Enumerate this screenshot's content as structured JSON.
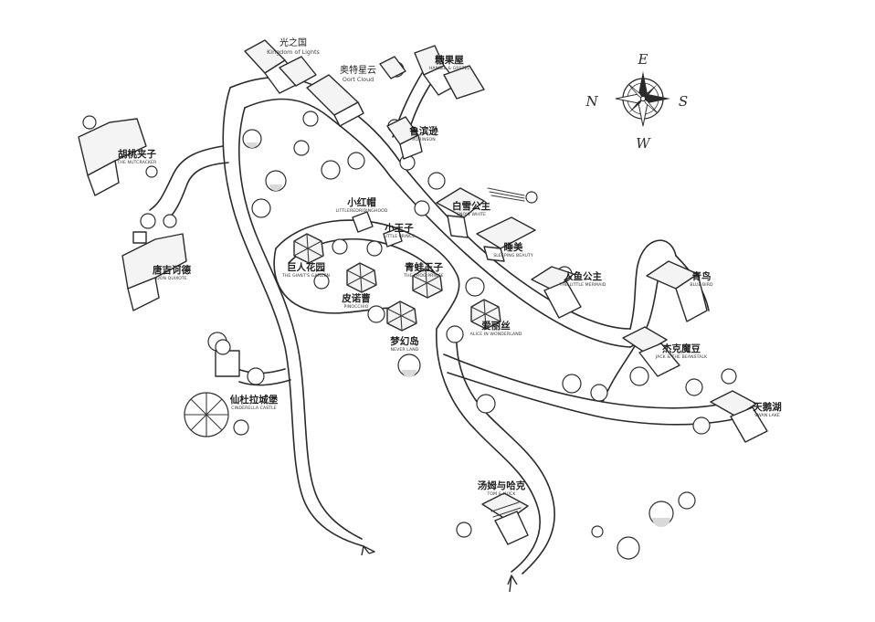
{
  "compass": {
    "north": "N",
    "south": "S",
    "east": "E",
    "west": "W"
  },
  "attractions": [
    {
      "id": "kingdom-of-lights",
      "zh": "光之国",
      "en": "Kingdom of Lights",
      "style": "top"
    },
    {
      "id": "oort-cloud",
      "zh": "奥特星云",
      "en": "Oort Cloud",
      "style": "top"
    },
    {
      "id": "hansel-gretel",
      "zh": "糖果屋",
      "en": "HANSEL & GRETEL",
      "style": "normal"
    },
    {
      "id": "robinson",
      "zh": "鲁滨逊",
      "en": "ROBINSON",
      "style": "normal"
    },
    {
      "id": "nutcracker",
      "zh": "胡桃夹子",
      "en": "THE NUTCRACKER",
      "style": "normal"
    },
    {
      "id": "little-red-riding-hood",
      "zh": "小红帽",
      "en": "LITTLEREDRIDINGHOOD",
      "style": "normal"
    },
    {
      "id": "snow-white",
      "zh": "白雪公主",
      "en": "SNOW WHITE",
      "style": "normal"
    },
    {
      "id": "little-prince",
      "zh": "小王子",
      "en": "LITTLE PRINCE",
      "style": "normal"
    },
    {
      "id": "sleeping-beauty",
      "zh": "睡美",
      "en": "SLEEPING BEAUTY",
      "style": "normal"
    },
    {
      "id": "giants-garden",
      "zh": "巨人花园",
      "en": "THE GIANT'S GARDEN",
      "style": "normal"
    },
    {
      "id": "frog-prince",
      "zh": "青蛙王子",
      "en": "THE FROG PRINCE",
      "style": "normal"
    },
    {
      "id": "don-quixote",
      "zh": "唐吉诃德",
      "en": "DON QUIXOTE",
      "style": "normal"
    },
    {
      "id": "little-mermaid",
      "zh": "人鱼公主",
      "en": "THE LITTLE MERMAID",
      "style": "normal"
    },
    {
      "id": "blue-bird",
      "zh": "青鸟",
      "en": "BLUE BIRD",
      "style": "normal"
    },
    {
      "id": "pinocchio",
      "zh": "皮诺曹",
      "en": "PINOCCHIO",
      "style": "normal"
    },
    {
      "id": "alice-in-wonderland",
      "zh": "爱丽丝",
      "en": "ALICE IN WONDERLAND",
      "style": "normal"
    },
    {
      "id": "never-land",
      "zh": "梦幻岛",
      "en": "NEVER LAND",
      "style": "normal"
    },
    {
      "id": "jack-beanstalk",
      "zh": "杰克魔豆",
      "en": "JACK & THE BEANSTALK",
      "style": "normal"
    },
    {
      "id": "cinderella-castle",
      "zh": "仙杜拉城堡",
      "en": "CINDERELLA CASTLE",
      "style": "normal"
    },
    {
      "id": "swan-lake",
      "zh": "天鹅湖",
      "en": "SWAN LAKE",
      "style": "normal"
    },
    {
      "id": "tom-huck",
      "zh": "汤姆与哈克",
      "en": "TOM & HUCK",
      "style": "normal"
    }
  ]
}
